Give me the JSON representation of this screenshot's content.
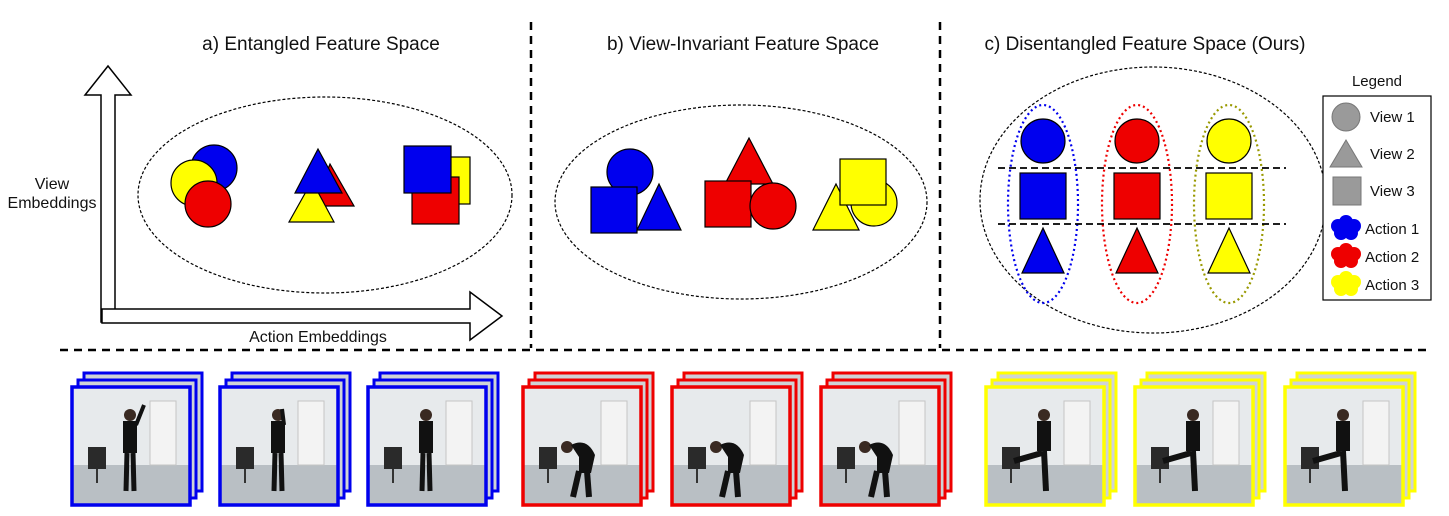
{
  "panels": {
    "a": {
      "title": "a) Entangled Feature Space"
    },
    "b": {
      "title": "b) View-Invariant Feature Space"
    },
    "c": {
      "title": "c) Disentangled Feature Space (Ours)"
    }
  },
  "axes": {
    "y_label_line1": "View",
    "y_label_line2": "Embeddings",
    "x_label": "Action Embeddings"
  },
  "legend": {
    "title": "Legend",
    "items": [
      {
        "label": "View 1",
        "shape": "circle",
        "color": "#9a9a9a"
      },
      {
        "label": "View 2",
        "shape": "triangle",
        "color": "#9a9a9a"
      },
      {
        "label": "View 3",
        "shape": "square",
        "color": "#9a9a9a"
      },
      {
        "label": "Action 1",
        "shape": "blob",
        "color": "#0000ee"
      },
      {
        "label": "Action 2",
        "shape": "blob",
        "color": "#ee0000"
      },
      {
        "label": "Action 3",
        "shape": "blob",
        "color": "#ffff00"
      }
    ]
  },
  "colors": {
    "action_1": "#0000ee",
    "action_2": "#ee0000",
    "action_3": "#ffff00",
    "ellipse_action_3": "#999900"
  },
  "frame_stacks": [
    {
      "action": "action_1",
      "pose": "wave"
    },
    {
      "action": "action_1",
      "pose": "hand-to-head"
    },
    {
      "action": "action_1",
      "pose": "stand"
    },
    {
      "action": "action_2",
      "pose": "bend"
    },
    {
      "action": "action_2",
      "pose": "bend"
    },
    {
      "action": "action_2",
      "pose": "bend"
    },
    {
      "action": "action_3",
      "pose": "kick"
    },
    {
      "action": "action_3",
      "pose": "kick"
    },
    {
      "action": "action_3",
      "pose": "kick"
    }
  ]
}
